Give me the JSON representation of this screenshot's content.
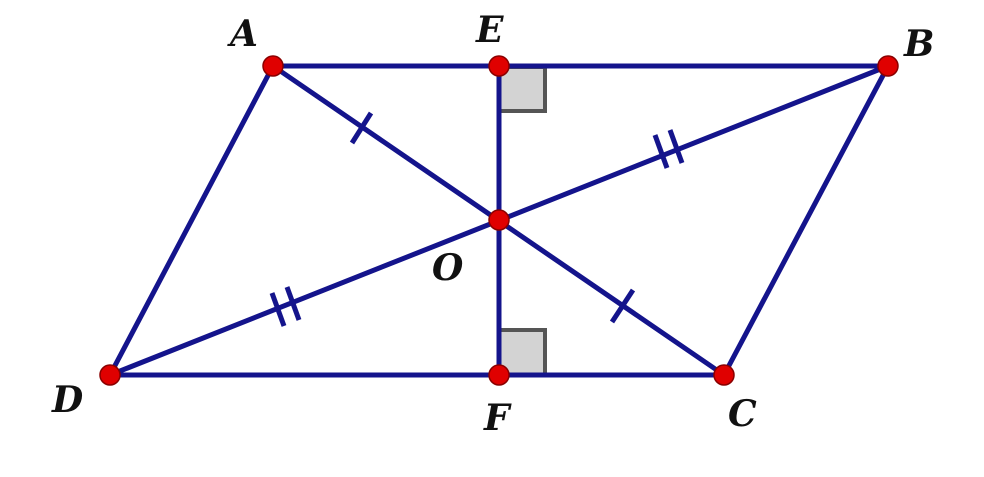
{
  "points": {
    "A": {
      "label": "A"
    },
    "B": {
      "label": "B"
    },
    "C": {
      "label": "C"
    },
    "D": {
      "label": "D"
    },
    "E": {
      "label": "E"
    },
    "F": {
      "label": "F"
    },
    "O": {
      "label": "O"
    }
  },
  "colors": {
    "line": "#14148c",
    "point": "#e00000",
    "right_angle_fill": "#d3d3d3",
    "right_angle_stroke": "#555555"
  }
}
